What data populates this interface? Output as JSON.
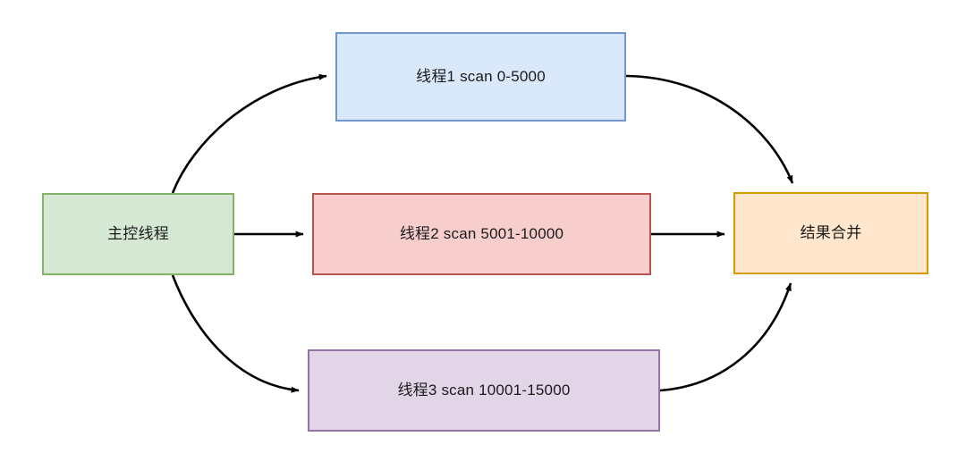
{
  "diagram": {
    "type": "flowchart",
    "orientation": "left-to-right",
    "background_color": "#ffffff",
    "edge_color": "#000000",
    "text_color": "#1a1a1a",
    "nodes": [
      {
        "id": "main",
        "label": "主控线程",
        "fill": "#d5e8d4",
        "stroke": "#82b366"
      },
      {
        "id": "thread1",
        "label": "线程1 scan 0-5000",
        "fill": "#dae8fc",
        "stroke": "#7096cf"
      },
      {
        "id": "thread2",
        "label": "线程2 scan 5001-10000",
        "fill": "#f8cecc",
        "stroke": "#b85450"
      },
      {
        "id": "thread3",
        "label": "线程3 scan 10001-15000",
        "fill": "#e1d5e7",
        "stroke": "#9673a6"
      },
      {
        "id": "merge",
        "label": "结果合并",
        "fill": "#ffe6cc",
        "stroke": "#d79b00"
      }
    ],
    "edges": [
      {
        "id": "main-to-thread1",
        "from": "main",
        "to": "thread1",
        "style": "curved",
        "arrow": "end"
      },
      {
        "id": "main-to-thread2",
        "from": "main",
        "to": "thread2",
        "style": "straight",
        "arrow": "end"
      },
      {
        "id": "main-to-thread3",
        "from": "main",
        "to": "thread3",
        "style": "curved",
        "arrow": "end"
      },
      {
        "id": "thread1-to-merge",
        "from": "thread1",
        "to": "merge",
        "style": "curved",
        "arrow": "end"
      },
      {
        "id": "thread2-to-merge",
        "from": "thread2",
        "to": "merge",
        "style": "straight",
        "arrow": "end"
      },
      {
        "id": "thread3-to-merge",
        "from": "thread3",
        "to": "merge",
        "style": "curved",
        "arrow": "end"
      }
    ]
  }
}
